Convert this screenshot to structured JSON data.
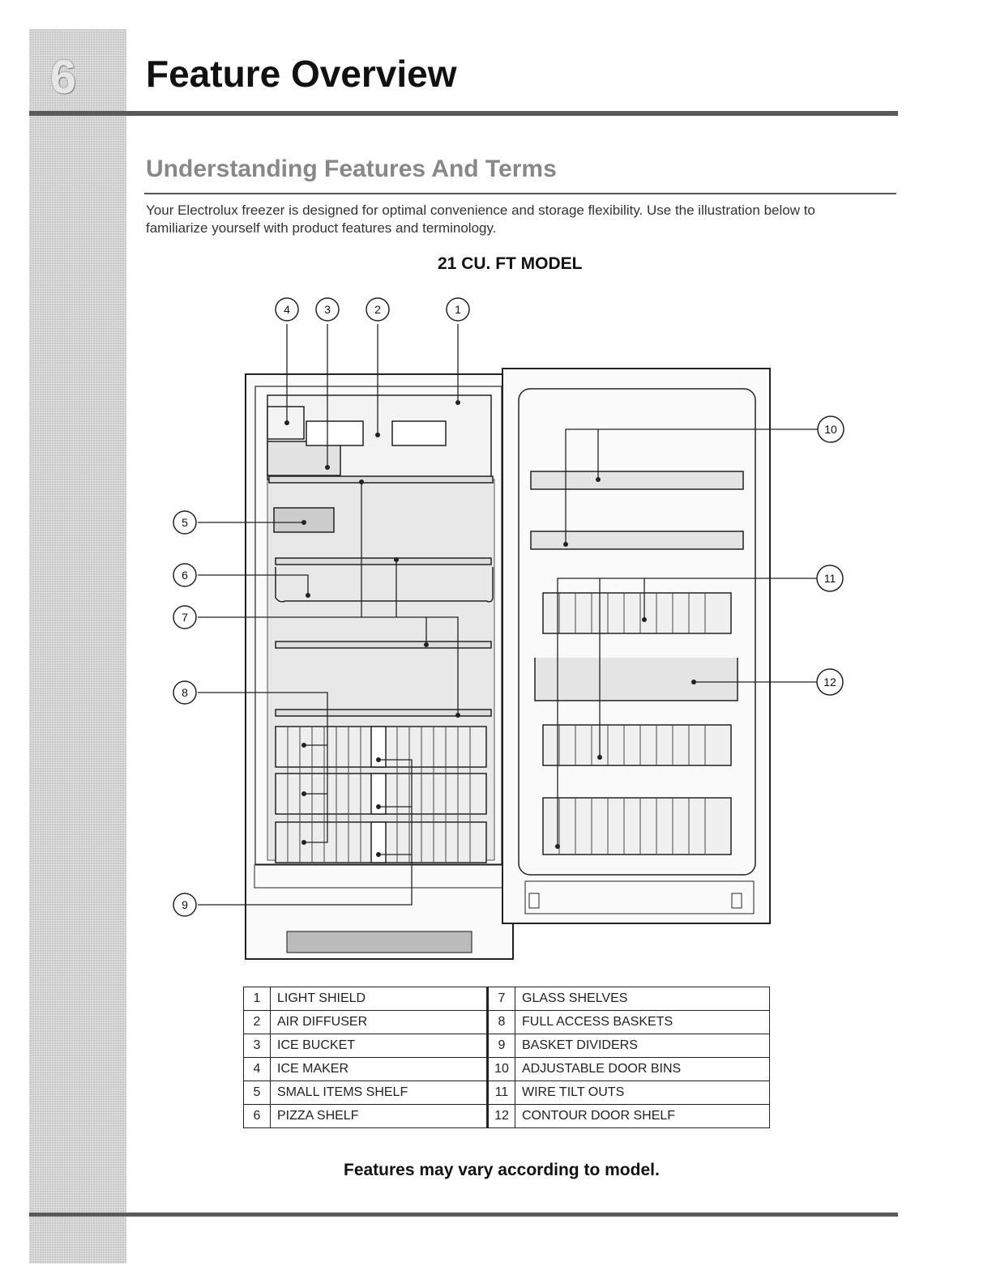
{
  "chapter": {
    "number": "6",
    "title": "Feature Overview"
  },
  "section": {
    "heading": "Understanding Features And Terms",
    "intro": "Your Electrolux freezer is designed for optimal convenience and storage flexibility. Use the illustration below to familiarize yourself with product features and terminology."
  },
  "diagram": {
    "model_title": "21 CU. FT MODEL",
    "callouts": [
      "1",
      "2",
      "3",
      "4",
      "5",
      "6",
      "7",
      "8",
      "9",
      "10",
      "11",
      "12"
    ]
  },
  "legend": {
    "rows": [
      {
        "left_num": "1",
        "left_label": "LIGHT SHIELD",
        "right_num": "7",
        "right_label": "GLASS SHELVES"
      },
      {
        "left_num": "2",
        "left_label": "AIR DIFFUSER",
        "right_num": "8",
        "right_label": "FULL ACCESS BASKETS"
      },
      {
        "left_num": "3",
        "left_label": "ICE BUCKET",
        "right_num": "9",
        "right_label": "BASKET DIVIDERS"
      },
      {
        "left_num": "4",
        "left_label": "ICE MAKER",
        "right_num": "10",
        "right_label": "ADJUSTABLE DOOR BINS"
      },
      {
        "left_num": "5",
        "left_label": "SMALL ITEMS SHELF",
        "right_num": "11",
        "right_label": "WIRE TILT OUTS"
      },
      {
        "left_num": "6",
        "left_label": "PIZZA SHELF",
        "right_num": "12",
        "right_label": "CONTOUR DOOR SHELF"
      }
    ]
  },
  "footer_note": "Features may vary according to model."
}
